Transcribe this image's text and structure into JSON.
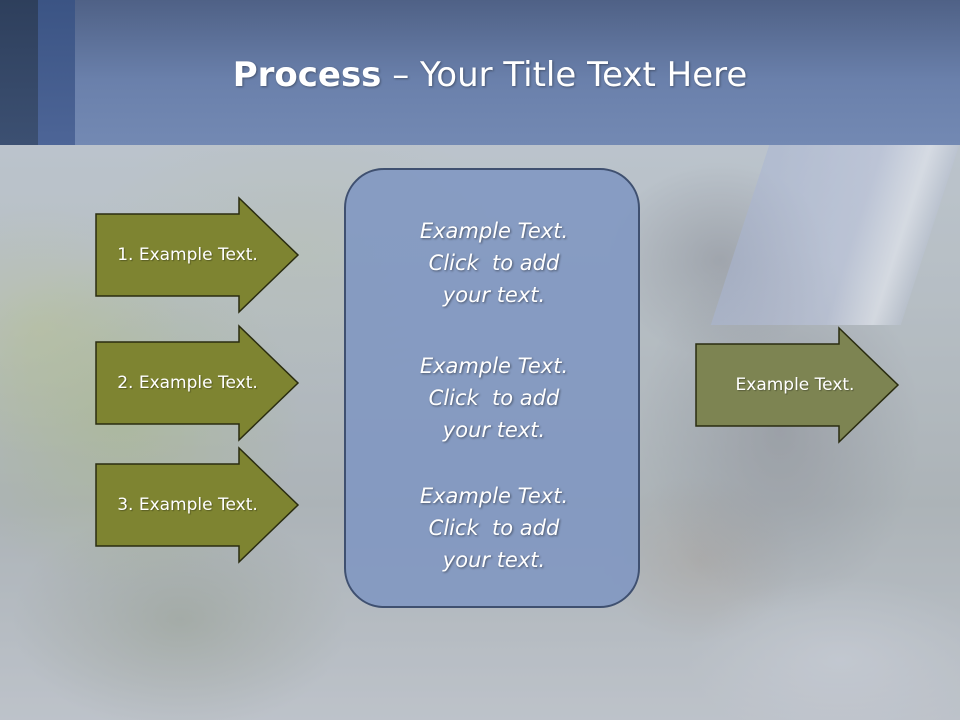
{
  "title": {
    "bold": "Process",
    "rest": " – Your Title Text Here"
  },
  "colors": {
    "header": "#6a80ab",
    "arrow_fill": "#7e8431",
    "arrow_fill_right": "#7d8452",
    "arrow_stroke": "#2a2c10",
    "box_fill": "#8096c2",
    "box_stroke": "#3f5070"
  },
  "left_arrows": [
    {
      "label": "1. Example Text."
    },
    {
      "label": "2. Example Text."
    },
    {
      "label": "3. Example Text."
    }
  ],
  "center_blocks": [
    {
      "lines": [
        "Example Text.",
        "Click  to add",
        "your text."
      ]
    },
    {
      "lines": [
        "Example Text.",
        "Click  to add",
        "your text."
      ]
    },
    {
      "lines": [
        "Example Text.",
        "Click  to add",
        "your text."
      ]
    }
  ],
  "right_arrow": {
    "label": "Example Text."
  }
}
